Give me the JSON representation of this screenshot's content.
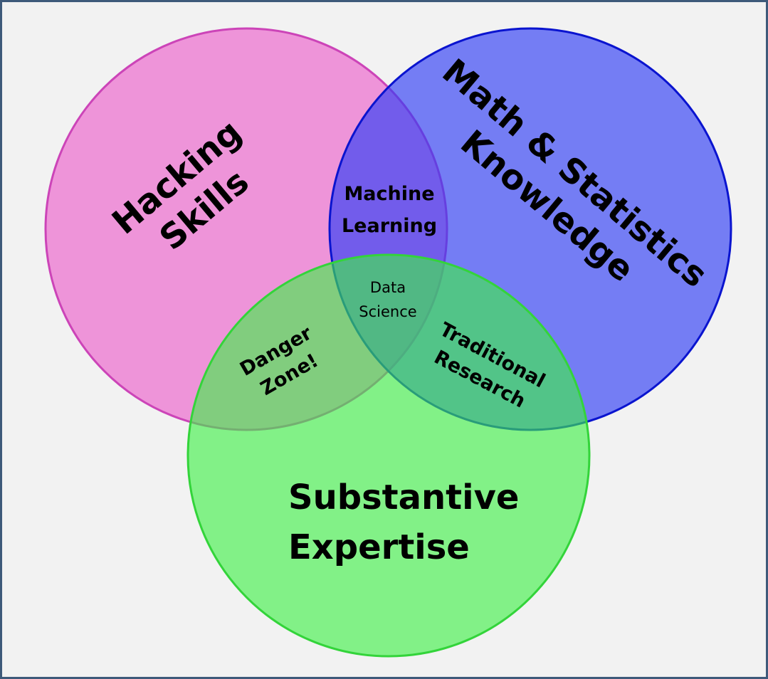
{
  "circles": {
    "hacking": {
      "label_line1": "Hacking",
      "label_line2": "Skills",
      "fill": "#ec6ccf",
      "stroke": "#cc44b8"
    },
    "math": {
      "label_line1": "Math & Statistics",
      "label_line2": "Knowledge",
      "fill": "#5462f4",
      "stroke": "#0a14cf"
    },
    "substantive": {
      "label_line1": "Substantive",
      "label_line2": "Expertise",
      "fill": "#62f064",
      "stroke": "#33d43a"
    }
  },
  "overlaps": {
    "machine_learning": {
      "line1": "Machine",
      "line2": "Learning"
    },
    "data_science": {
      "line1": "Data",
      "line2": "Science"
    },
    "danger_zone": {
      "line1": "Danger",
      "line2": "Zone!"
    },
    "traditional_research": {
      "line1": "Traditional",
      "line2": "Research"
    }
  },
  "colors": {
    "background": "#f2f2f2",
    "border": "#3e5a7a"
  }
}
